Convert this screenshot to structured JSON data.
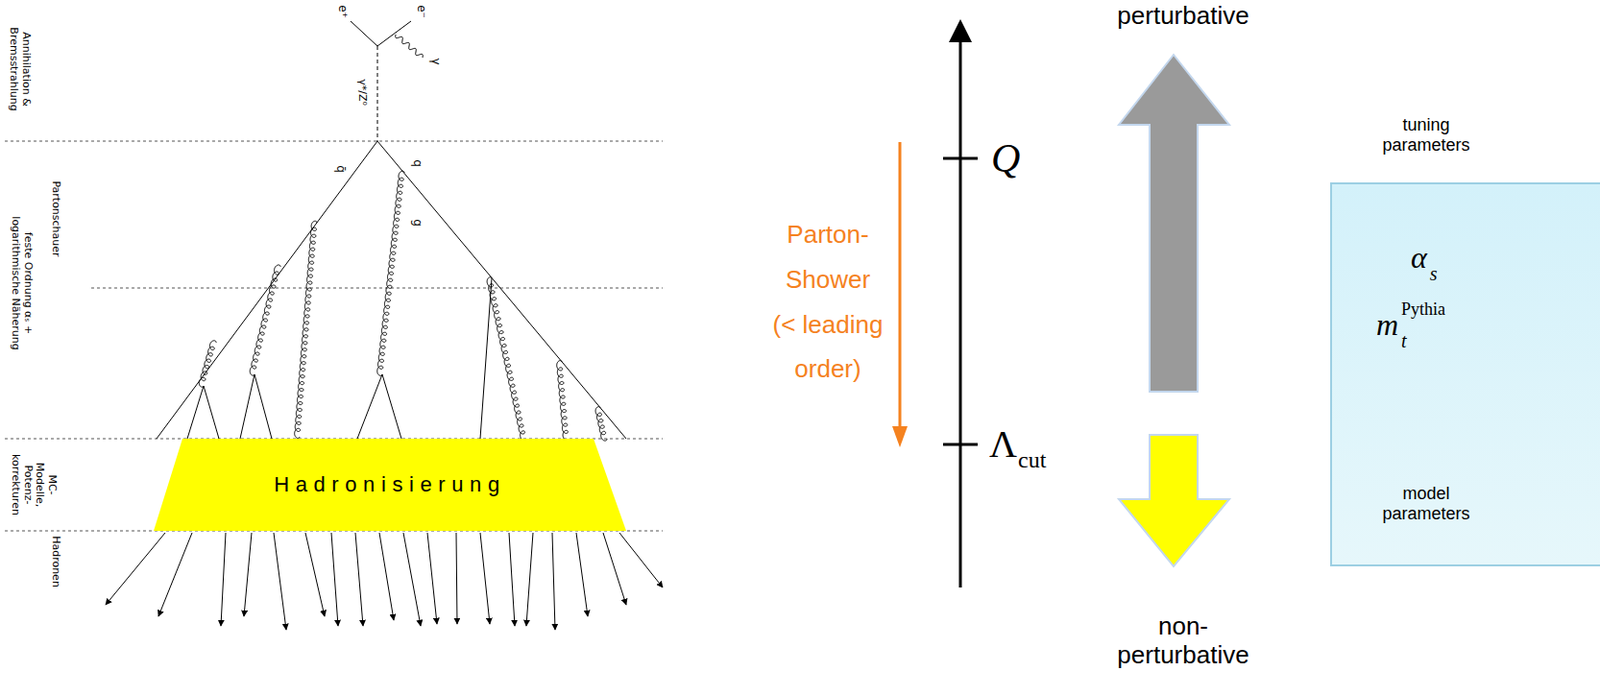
{
  "diagram": {
    "nodes": [
      {
        "text": [
          "Hadronisierung"
        ]
      },
      {
        "text": [
          "tuning parameters",
          "α",
          "s",
          "m",
          "t",
          "Pythia",
          "model parameters"
        ]
      }
    ],
    "labels": [
      "Annihilation & Bremsstrahlung",
      "feste Ordnung αₛ + logarithmische Näherung",
      "Partonschauer",
      "MC- Modelle, Potenz- korrekturen",
      "Hadronen",
      "e⁺",
      "e⁻",
      "γ",
      "γ*/Z⁰",
      "q̄",
      "q",
      "g",
      "perturbative",
      "Q",
      "Λ",
      "cut",
      "Parton- Shower (< leading order)",
      "non- perturbative"
    ]
  }
}
